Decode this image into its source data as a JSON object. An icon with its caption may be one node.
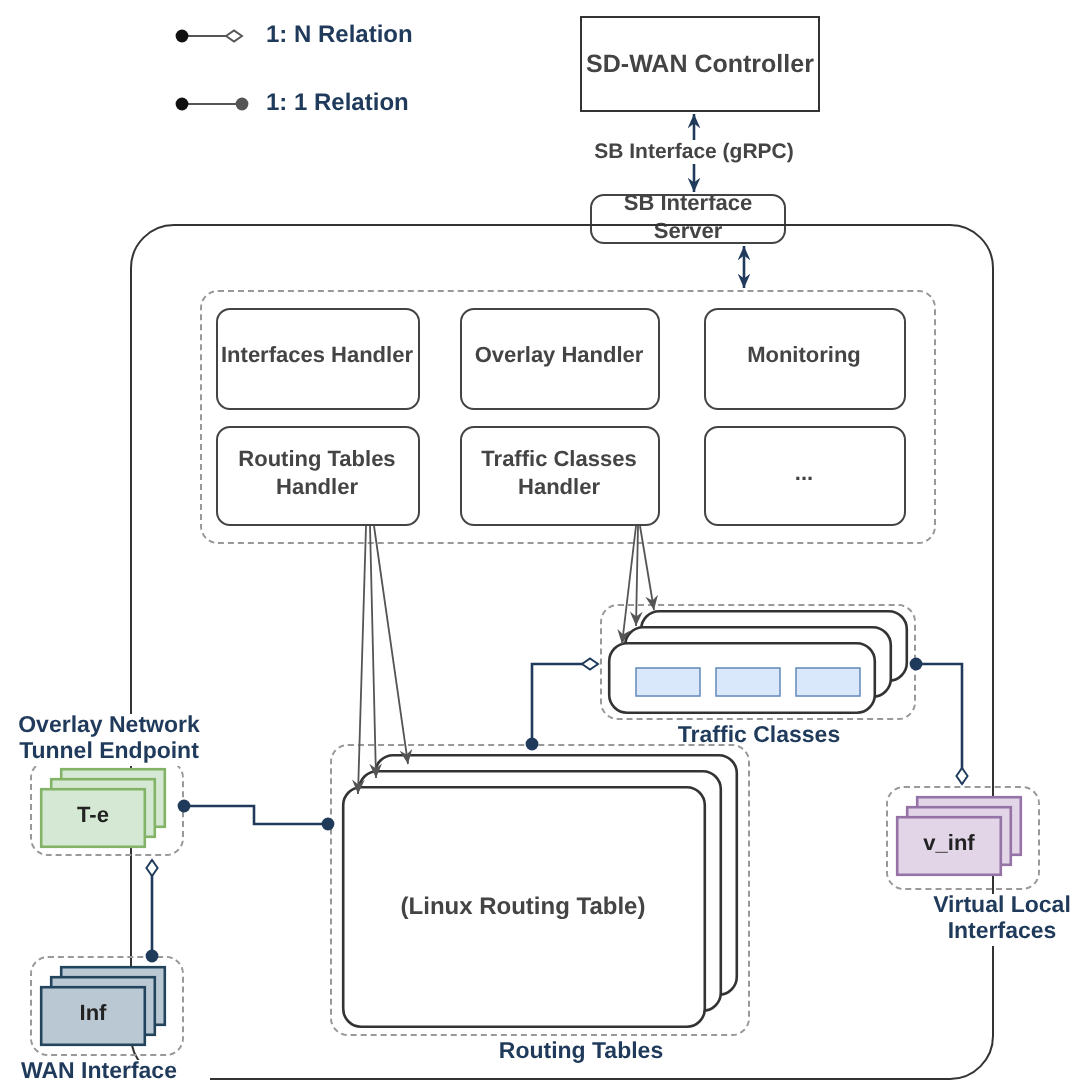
{
  "diagram": {
    "nodes": [
      {
        "text": [
          "SD-WAN Controller"
        ]
      },
      {
        "text": [
          "SB Interface Server"
        ]
      },
      {
        "text": [],
        "shape": "box"
      },
      {
        "text": [],
        "shape": "box",
        "in": 2
      },
      {
        "text": [
          "Interfaces Handler"
        ],
        "in": 3
      },
      {
        "text": [
          "Overlay Handler"
        ],
        "in": 3
      },
      {
        "text": [
          "Monitoring"
        ],
        "in": 3
      },
      {
        "text": [
          "Routing Tables Handler"
        ],
        "in": 3
      },
      {
        "text": [
          "Traffic Classes Handler"
        ],
        "in": 3
      },
      {
        "text": [
          "..."
        ],
        "in": 3
      },
      {
        "text": [
          "Traffic Classes"
        ],
        "in": 2
      },
      {
        "text": [],
        "shape": "box",
        "in": 10
      },
      {
        "text": [
          "Routing Tables"
        ],
        "in": 2
      },
      {
        "text": [
          "(Linux Routing Table)"
        ],
        "in": 12
      },
      {
        "text": [
          "Overlay Network Tunnel Endpoint"
        ]
      },
      {
        "text": [
          "T-e"
        ],
        "in": 14
      },
      {
        "text": [
          "WAN Interface"
        ]
      },
      {
        "text": [
          "Inf"
        ],
        "in": 16
      },
      {
        "text": [
          "Virtual Local Interfaces"
        ]
      },
      {
        "text": [
          "v_inf"
        ],
        "in": 18
      }
    ],
    "edges": [
      {
        "from": 0,
        "to": 1,
        "arrow": "both",
        "label": "SB Interface (gRPC)"
      },
      {
        "from": 1,
        "to": 3,
        "arrow": "both"
      },
      {
        "from": 7,
        "to": 13,
        "arrow": "to",
        "color": "#555555"
      },
      {
        "from": 7,
        "to": 13,
        "arrow": "to",
        "color": "#555555"
      },
      {
        "from": 7,
        "to": 13,
        "arrow": "to",
        "color": "#555555"
      },
      {
        "from": 8,
        "to": 11,
        "arrow": "to",
        "color": "#555555"
      },
      {
        "from": 8,
        "to": 11,
        "arrow": "to",
        "color": "#555555"
      },
      {
        "from": 8,
        "to": 11,
        "arrow": "to",
        "color": "#555555"
      },
      {
        "from": 12,
        "to": 10,
        "arrow": "other"
      },
      {
        "from": 14,
        "to": 12,
        "arrow": "other"
      },
      {
        "from": 16,
        "to": 14,
        "arrow": "other"
      },
      {
        "from": 10,
        "to": 18,
        "arrow": "other"
      }
    ],
    "legend": [
      {
        "text": "1: N Relation"
      },
      {
        "text": "1: 1 Relation"
      }
    ]
  }
}
